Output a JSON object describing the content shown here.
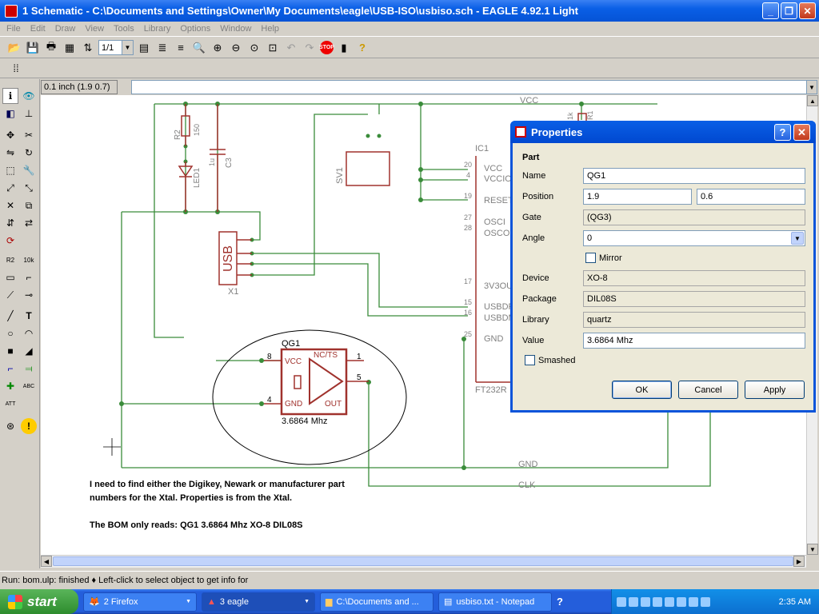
{
  "window": {
    "title": "1 Schematic - C:\\Documents and Settings\\Owner\\My Documents\\eagle\\USB-ISO\\usbiso.sch - EAGLE 4.92.1 Light"
  },
  "menu": [
    "File",
    "Edit",
    "Draw",
    "View",
    "Tools",
    "Library",
    "Options",
    "Window",
    "Help"
  ],
  "toolbar": {
    "zoom_value": "1/1",
    "stop_label": "STOP",
    "help_glyph": "?"
  },
  "coord": {
    "readout": "0.1 inch (1.9 0.7)"
  },
  "schematic": {
    "vcc": "VCC",
    "gnd": "GND",
    "clk": "CLK",
    "r2": "R2",
    "r2_val": "150",
    "led": "LED1",
    "cap_val": "1u",
    "cap_name": "C3",
    "sv1": "SV1",
    "usb": "USB",
    "x1": "X1",
    "ic1": "IC1",
    "ic_pins": {
      "vcc": "VCC",
      "vccio": "VCCIO",
      "reset": "RESET",
      "osci": "OSCI",
      "osco": "OSCO",
      "v3v3": "3V3OU",
      "usbdp": "USBDP",
      "usbdm": "USBDM",
      "gnd": "GND"
    },
    "ic_pin_nums": {
      "p20": "20",
      "p4": "4",
      "p19": "19",
      "p27": "27",
      "p28": "28",
      "p17": "17",
      "p15": "15",
      "p16": "16",
      "p25": "25"
    },
    "ft": "FT232R",
    "qg1": {
      "name": "QG1",
      "vcc": "VCC",
      "nc": "NC/TS",
      "gnd": "GND",
      "out": "OUT",
      "value": "3.6864 Mhz",
      "p8": "8",
      "p1": "1",
      "p4": "4",
      "p5": "5"
    },
    "r_top": "1k",
    "r_top2": "R1",
    "note1": "I need to find either the Digikey, Newark or manufacturer part",
    "note2": "numbers for the Xtal.  Properties is from the Xtal.",
    "note3": "The BOM only reads:  QG1  3.6864 Mhz XO-8     DIL08S"
  },
  "dialog": {
    "title": "Properties",
    "section": "Part",
    "labels": {
      "name": "Name",
      "position": "Position",
      "gate": "Gate",
      "angle": "Angle",
      "mirror": "Mirror",
      "device": "Device",
      "package": "Package",
      "library": "Library",
      "value": "Value",
      "smashed": "Smashed"
    },
    "values": {
      "name": "QG1",
      "pos_x": "1.9",
      "pos_y": "0.6",
      "gate": "(QG3)",
      "angle": "0",
      "device": "XO-8",
      "package": "DIL08S",
      "library": "quartz",
      "value": "3.6864 Mhz"
    },
    "buttons": {
      "ok": "OK",
      "cancel": "Cancel",
      "apply": "Apply"
    }
  },
  "status": "Run: bom.ulp: finished  ♦ Left-click to select object to get info for",
  "taskbar": {
    "start": "start",
    "tasks": [
      "2 Firefox",
      "3 eagle",
      "C:\\Documents and ...",
      "usbiso.txt - Notepad"
    ],
    "clock": "2:35 AM"
  }
}
